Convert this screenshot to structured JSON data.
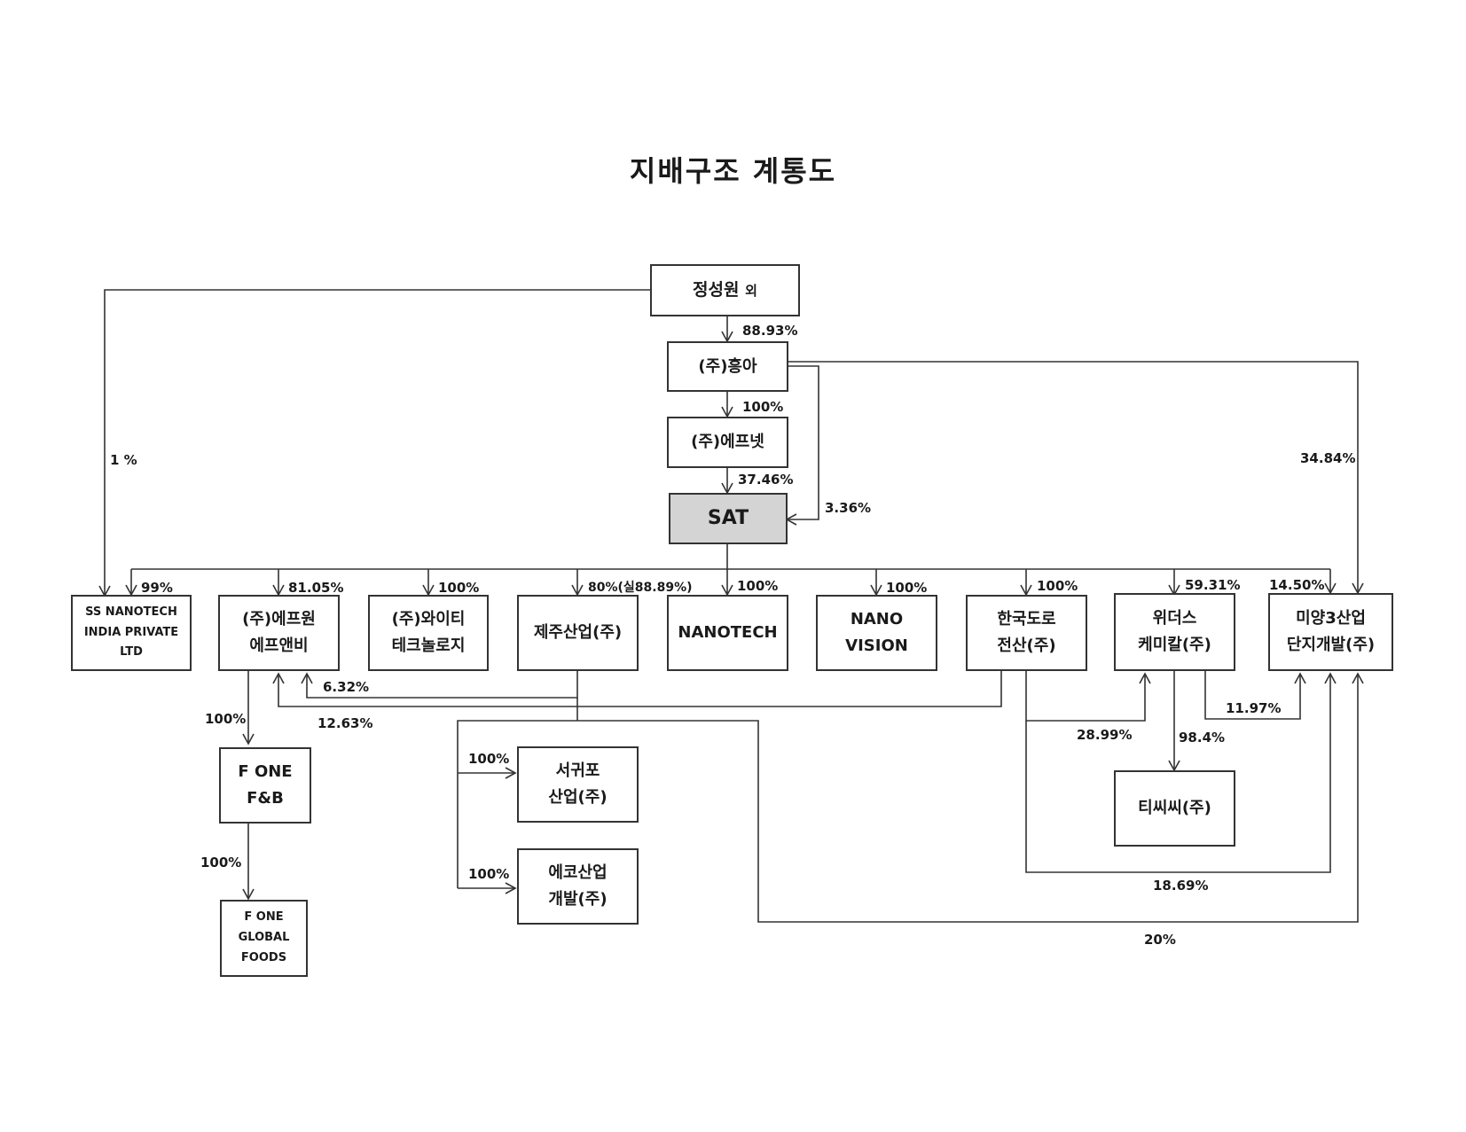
{
  "title": "지배구조 계통도",
  "nodes": {
    "jung_seong_won": {
      "line1": "정성원",
      "suffix": "외"
    },
    "heunga": {
      "line1": "(주)흥아"
    },
    "fnet": {
      "line1": "(주)에프넷"
    },
    "sat": {
      "line1": "SAT"
    },
    "ss_nanotech": {
      "line1": "SS NANOTECH",
      "line2": "INDIA PRIVATE",
      "line3": "LTD"
    },
    "fone_fnb_parent": {
      "line1": "(주)에프원",
      "line2": "에프앤비"
    },
    "wi_technology": {
      "line1": "(주)와이티",
      "line2": "테크놀로지"
    },
    "jeju_sanup": {
      "line1": "제주산업(주)"
    },
    "nanotech": {
      "line1": "NANOTECH"
    },
    "nano_vision": {
      "line1": "NANO",
      "line2": "VISION"
    },
    "korea_doro": {
      "line1": "한국도로",
      "line2": "전산(주)"
    },
    "widus_chemical": {
      "line1": "위더스",
      "line2": "케미칼(주)"
    },
    "miyang": {
      "line1": "미양3산업",
      "line2": "단지개발(주)"
    },
    "fone_fb": {
      "line1": "F ONE",
      "line2": "F&B"
    },
    "fone_global": {
      "line1": "F ONE",
      "line2": "GLOBAL",
      "line3": "FOODS"
    },
    "seogwipo": {
      "line1": "서귀포",
      "line2": "산업(주)"
    },
    "eco": {
      "line1": "에코산업",
      "line2": "개발(주)"
    },
    "tcc": {
      "line1": "티씨씨(주)"
    }
  },
  "stakes": {
    "jsw_heunga": "88.93%",
    "heunga_fnet": "100%",
    "fnet_sat": "37.46%",
    "heunga_sat": "3.36%",
    "jsw_ss": "1 %",
    "heunga_miyang": "34.84%",
    "sat_ss": "99%",
    "sat_fone": "81.05%",
    "sat_wi": "100%",
    "sat_jeju": "80%(실88.89%)",
    "sat_nanotech": "100%",
    "sat_vision": "100%",
    "sat_doro": "100%",
    "sat_widus": "59.31%",
    "sat_miyang": "14.50%",
    "jeju_fone": "6.32%",
    "doro_fone": "12.63%",
    "fone_fnb": "100%",
    "fnb_global": "100%",
    "jeju_seogwipo": "100%",
    "jeju_eco": "100%",
    "doro_widus": "28.99%",
    "widus_tcc": "98.4%",
    "widus_miyang": "11.97%",
    "doro_miyang": "18.69%",
    "jeju_miyang": "20%"
  }
}
